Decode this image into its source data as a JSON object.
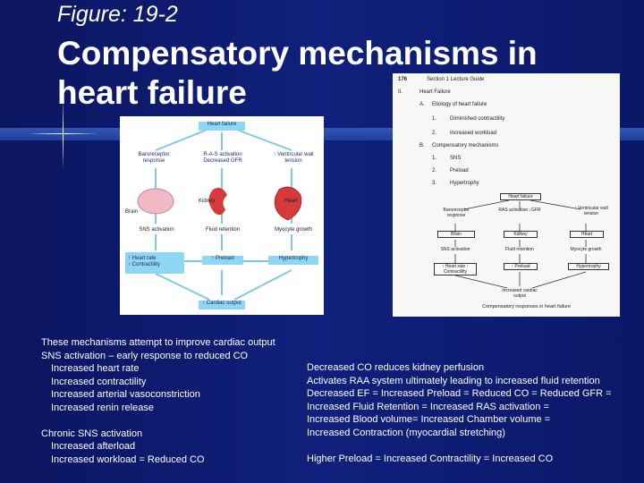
{
  "slide": {
    "figure_label": "Figure:  19-2",
    "title_lines": [
      "Compensatory mechanisms in",
      "heart failure"
    ]
  },
  "figure": {
    "heart_failure": "Heart failure",
    "baroreceptor": "Baroreceptor response",
    "raas": "R-A-S activation Decreased GFR",
    "ventricular": "↑ Ventricular wall tension",
    "brain": "Brain",
    "kidney": "Kidney",
    "heart": "Heart",
    "sns": "SNS activation",
    "fluid": "Fluid retention",
    "myocyte": "Myocyte growth",
    "heart_rate": "↑ Heart rate",
    "contractility": "↑ Contractility",
    "preload": "↑ Preload",
    "hypertrophy": "Hypertrophy",
    "cardiac_output": "↑ Cardiac output"
  },
  "scan": {
    "page_num": "176",
    "section": "Section 1   Lecture Guide",
    "num_ii": "II.",
    "heading": "Heart Failure",
    "a_letter": "A.",
    "a_text": "Etiology of heart failure",
    "a1_num": "1.",
    "a1_text": "Diminished contractility",
    "a2_num": "2.",
    "a2_text": "Increased workload",
    "b_letter": "B.",
    "b_text": "Compensatory mechanisms",
    "b1_num": "1.",
    "b1_text": "SNS",
    "b2_num": "2.",
    "b2_text": "Preload",
    "b3_num": "3.",
    "b3_text": "Hypertrophy",
    "d_heart_failure": "Heart failure",
    "d_baroreceptor": "Baroreceptor response",
    "d_ras": "RAS activation ↓GFR",
    "d_ventricular": "↑ Ventricular wall tension",
    "d_brain": "Brain",
    "d_kidney": "Kidney",
    "d_heart": "Heart",
    "d_sns": "SNS activation",
    "d_fluid": "Fluid retention",
    "d_myocyte": "Myocyte growth",
    "d_heart_rate": "↑ Heart rate ↑ Contractility",
    "d_preload": "↑ Preload",
    "d_hypertrophy": "Hypertrophy",
    "d_output": "Increased cardiac output",
    "caption": "Compensatory responses in heart failure"
  },
  "left_text": [
    "These mechanisms attempt to improve cardiac output",
    "SNS activation – early response to reduced CO",
    "Increased heart rate",
    "Increased contractility",
    "Increased arterial vasoconstriction",
    "Increased renin release",
    "",
    "Chronic SNS activation",
    "Increased afterload",
    "Increased workload = Reduced CO"
  ],
  "right_text": [
    "Decreased CO reduces kidney perfusion",
    "Activates RAA system ultimately leading to increased fluid retention",
    "Decreased EF = Increased Preload = Reduced CO = Reduced GFR =",
    "Increased Fluid Retention = Increased RAS activation =",
    "Increased Blood volume= Increased Chamber volume  =",
    "Increased Contraction (myocardial stretching)",
    "",
    "Higher Preload = Increased Contractility = Increased CO"
  ],
  "colors": {
    "background": "#0e1c74",
    "band": "#2a4fb0",
    "figure_pill": "#8fd6f2",
    "figure_arrow": "#7ec9e8",
    "organ": "#d63a3a"
  }
}
